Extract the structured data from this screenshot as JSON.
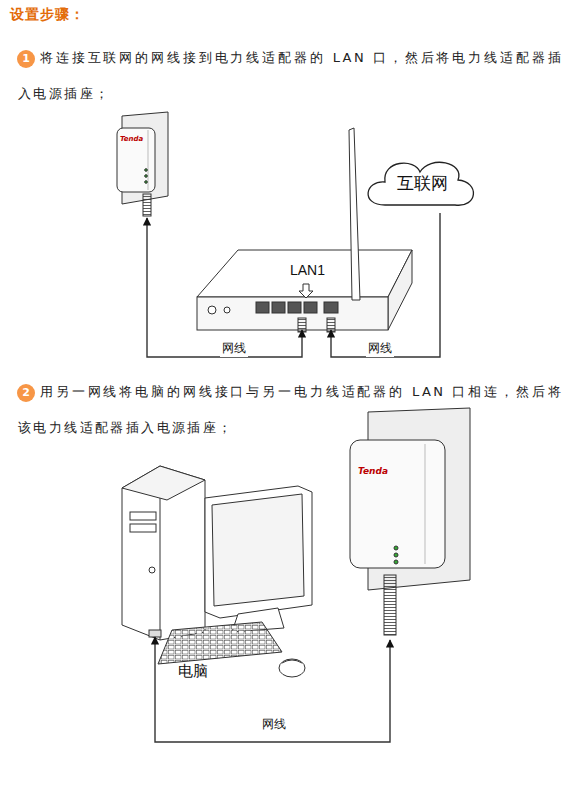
{
  "diagram": {
    "title": "设置步骤：",
    "nodes": [
      {
        "text": [
          "1"
        ]
      },
      {
        "text": [
          "Tenda"
        ]
      },
      {
        "text": [
          "LAN1"
        ]
      },
      {
        "text": [
          "互联网"
        ]
      },
      {
        "text": [
          "2"
        ]
      },
      {
        "text": [
          "电脑"
        ]
      },
      {
        "text": [
          "Tenda"
        ]
      }
    ],
    "edges": [
      {
        "from": 1,
        "to": 2,
        "arrow": "both",
        "label": "网线"
      },
      {
        "from": 3,
        "to": 2,
        "arrow": "to",
        "label": "网线"
      },
      {
        "from": 5,
        "to": 6,
        "arrow": "both",
        "label": "网线"
      }
    ],
    "labels": [
      "将连接互联网的网线接到电力线适配器的 LAN 口，然后将电力线适配器插入电源插座；",
      "用另一网线将电脑的网线接口与另一电力线适配器的 LAN 口相连，然后将该电力线适配器插入电源插座；"
    ]
  }
}
